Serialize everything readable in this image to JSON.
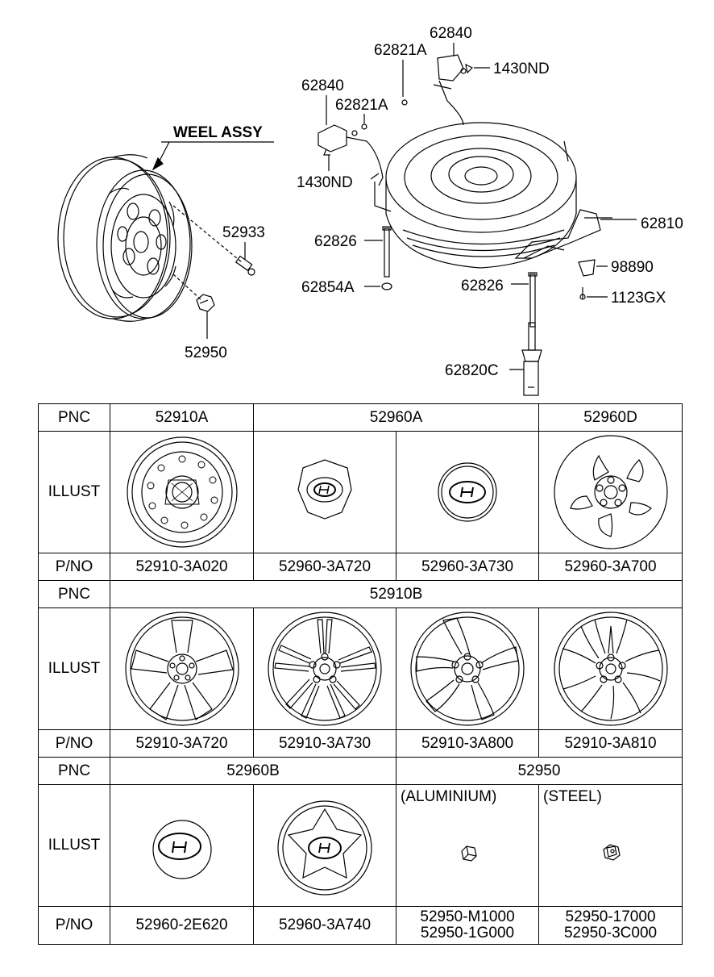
{
  "diagram": {
    "title": "WEEL ASSY",
    "callouts": {
      "c62840a": "62840",
      "c62821Aa": "62821A",
      "c1430NDa": "1430ND",
      "c62840b": "62840",
      "c62821Ab": "62821A",
      "c1430NDb": "1430ND",
      "c52933": "52933",
      "c62810": "62810",
      "c62826a": "62826",
      "c98890": "98890",
      "c62854A": "62854A",
      "c62826b": "62826",
      "c1123GX": "1123GX",
      "c52950": "52950",
      "c62820C": "62820C"
    }
  },
  "table": {
    "pnc_label": "PNC",
    "illust_label": "ILLUST",
    "pno_label": "P/NO",
    "section1": {
      "pnc": [
        "52910A",
        "52960A",
        "52960D"
      ],
      "pno": [
        "52910-3A020",
        "52960-3A720",
        "52960-3A730",
        "52960-3A700"
      ]
    },
    "section2": {
      "pnc": "52910B",
      "pno": [
        "52910-3A720",
        "52910-3A730",
        "52910-3A800",
        "52910-3A810"
      ]
    },
    "section3": {
      "pnc": [
        "52960B",
        "52950"
      ],
      "materials": [
        "(ALUMINIUM)",
        "(STEEL)"
      ],
      "pno": [
        [
          "52960-2E620"
        ],
        [
          "52960-3A740"
        ],
        [
          "52950-M1000",
          "52950-1G000"
        ],
        [
          "52950-17000",
          "52950-3C000"
        ]
      ]
    }
  }
}
